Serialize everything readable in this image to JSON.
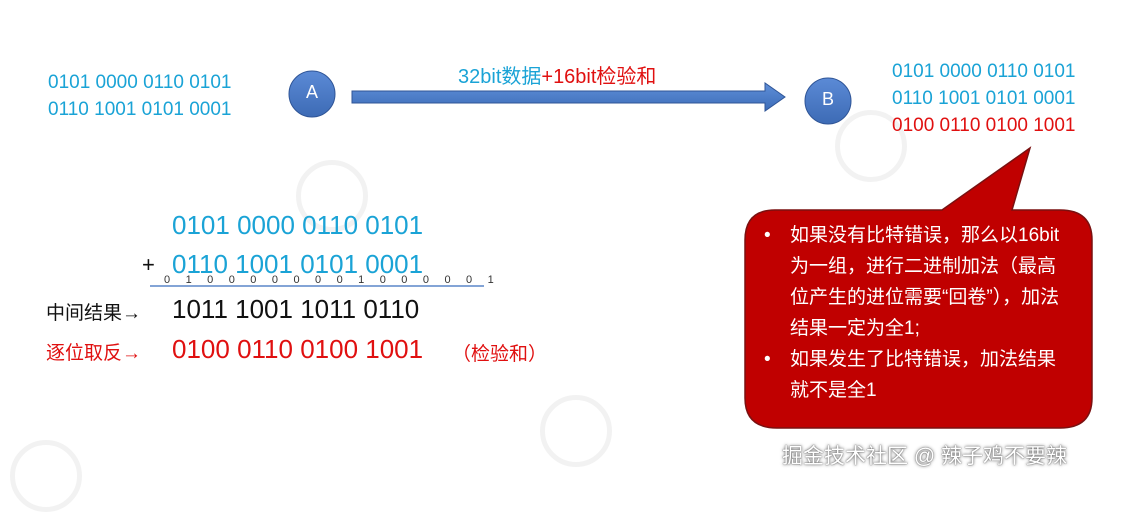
{
  "sender": {
    "node_label": "A",
    "data_lines": [
      "0101 0000 0110 0101",
      "0110 1001 0101 0001"
    ]
  },
  "receiver": {
    "node_label": "B",
    "data_lines": [
      "0101 0000 0110 0101",
      "0110 1001 0101 0001"
    ],
    "checksum_line": "0100 0110 0100 1001"
  },
  "arrow": {
    "label_part1": "32bit数据",
    "label_plus": "+",
    "label_part2": "16bit检验和"
  },
  "calculation": {
    "addend1": "0101 0000 0110 0101",
    "plus_sign": "+",
    "addend2": "0110 1001 0101 0001",
    "carry_bits": "0 1 0 0 0 0 0 0 0 1 0 0 0 0 0 1",
    "intermediate_label": "中间结果",
    "intermediate_arrow": "→",
    "intermediate_value": "1011 1001 1011 0110",
    "invert_label": "逐位取反",
    "invert_arrow": "→",
    "invert_value": "0100 0110 0100 1001",
    "invert_note": "（检验和）"
  },
  "callout": {
    "bullets": [
      {
        "marker": "•",
        "text": "如果没有比特错误，那么以16bit为一组，进行二进制加法（最高位产生的进位需要“回卷”），加法结果一定为全1;"
      },
      {
        "marker": "•",
        "text": "如果发生了比特错误，加法结果就不是全1"
      }
    ]
  },
  "credit": "掘金技术社区 @ 辣子鸡不要辣",
  "colors": {
    "data_blue": "#1aa3d6",
    "checksum_red": "#e01010",
    "node_fill": "#4a7bc8",
    "callout_fill": "#c00000"
  }
}
